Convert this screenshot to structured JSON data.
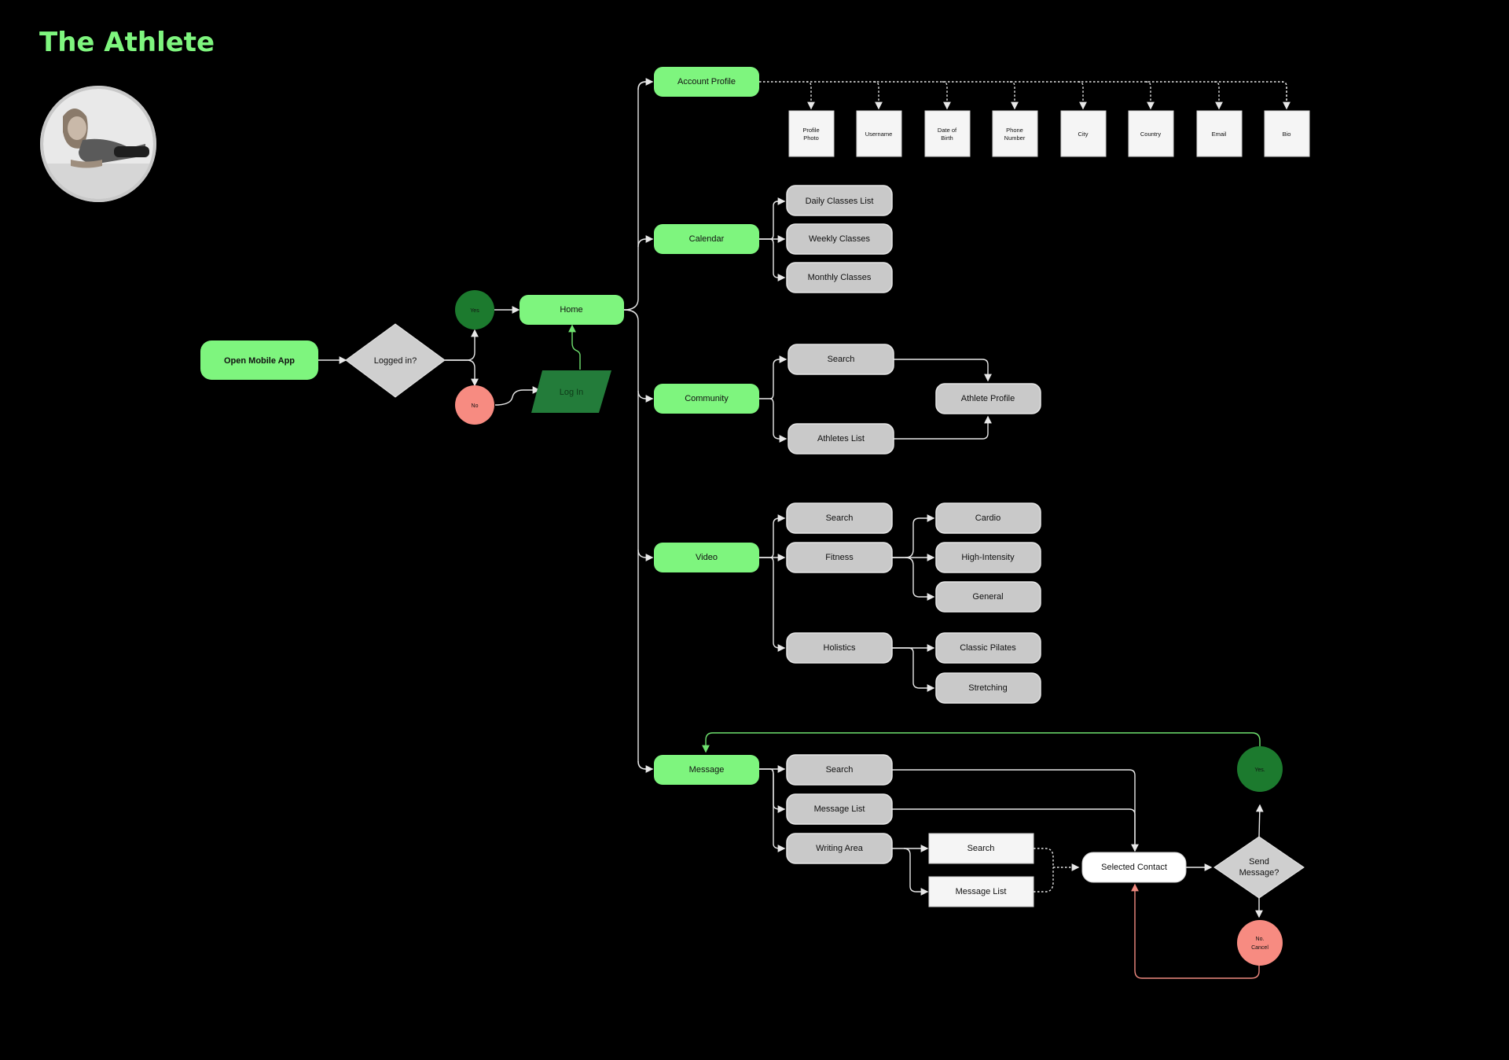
{
  "title": "The Athlete",
  "colors": {
    "accent_green": "#7ef57e",
    "dark_green": "#1c7a2e",
    "pink": "#f78b81",
    "gray_node": "#c9c9c9",
    "background": "#000000"
  },
  "avatar": {
    "icon": "athlete-photo"
  },
  "nodes": {
    "open_app": "Open Mobile App",
    "logged_in": "Logged in?",
    "yes": "Yes",
    "no": "No",
    "log_in": "Log In",
    "home": "Home",
    "account_profile": "Account Profile",
    "calendar": "Calendar",
    "community": "Community",
    "video": "Video",
    "message": "Message",
    "profile_fields": [
      "Profile Photo",
      "Username",
      "Date of Birth",
      "Phone Number",
      "City",
      "Country",
      "Email",
      "Bio"
    ],
    "calendar_items": [
      "Daily Classes List",
      "Weekly Classes",
      "Monthly Classes"
    ],
    "community_items": [
      "Search",
      "Athletes List"
    ],
    "athlete_profile": "Athlete Profile",
    "video_items": [
      "Search",
      "Fitness",
      "Holistics"
    ],
    "fitness_items": [
      "Cardio",
      "High-Intensity",
      "General"
    ],
    "holistics_items": [
      "Classic Pilates",
      "Stretching"
    ],
    "message_items": [
      "Search",
      "Message List",
      "Writing Area"
    ],
    "writing_items": [
      "Search",
      "Message List"
    ],
    "selected_contact": "Selected Contact",
    "send_message": "Send Message?",
    "send_yes": "Yes.",
    "send_no": "No. Cancel"
  }
}
